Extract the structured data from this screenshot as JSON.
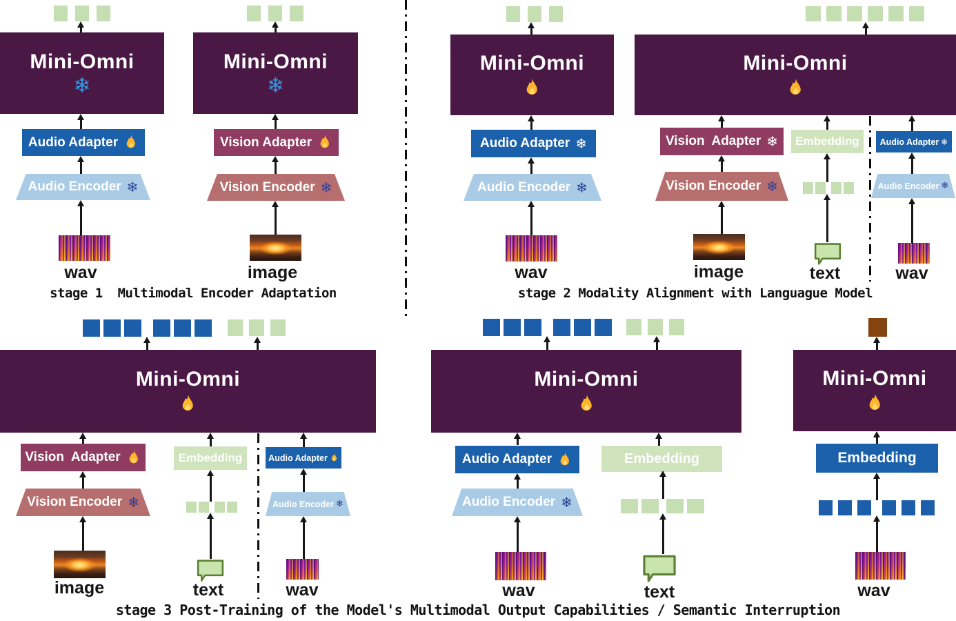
{
  "labels": {
    "model": "Mini-Omni",
    "audio_adapter": "Audio Adapter",
    "audio_encoder": "Audio Encoder",
    "vision_adapter": "Vision Adapter",
    "vision_adapter_wide": "Vision  Adapter",
    "vision_encoder": "Vision Encoder",
    "embedding": "Embedding",
    "wav": "wav",
    "image": "image",
    "text": "text"
  },
  "captions": {
    "stage1": "stage 1  Multimodal Encoder Adaptation",
    "stage2": "stage 2 Modality Alignment with Languague Model",
    "stage3": "stage 3 Post-Training of the Model's Multimodal Output Capabilities / Semantic Interruption"
  },
  "icons": {
    "frozen": "❄",
    "trainable": "flame"
  },
  "colors": {
    "model_bg": "#4a1845",
    "audio_adapter_bg": "#1b60aa",
    "audio_encoder_bg": "#a9cbe6",
    "vision_adapter_bg": "#8f3b62",
    "vision_encoder_bg": "#b76e6e",
    "embedding_green_bg": "#cfe3bd",
    "embedding_blue_bg": "#1b60aa",
    "token_green": "#c5deb2",
    "token_blue": "#1c5ea9",
    "token_brown": "#854310",
    "snowflake_navy": "#2c3f94",
    "snowflake_bright": "#2e9be6",
    "flame": "#ffb52b"
  },
  "structure": {
    "stage1": {
      "columns": [
        {
          "input": "wav",
          "encoder": "Audio Encoder (frozen)",
          "adapter": "Audio Adapter (trainable)",
          "model": "Mini-Omni (frozen)",
          "output_tokens": {
            "count": 3,
            "color": "green"
          }
        },
        {
          "input": "image",
          "encoder": "Vision Encoder (frozen)",
          "adapter": "Vision Adapter (trainable)",
          "model": "Mini-Omni (frozen)",
          "output_tokens": {
            "count": 3,
            "color": "green"
          }
        }
      ]
    },
    "stage2": {
      "columns": [
        {
          "input": "wav",
          "encoder": "Audio Encoder (frozen)",
          "adapter": "Audio Adapter (frozen)",
          "model": "Mini-Omni (trainable)",
          "output_tokens": {
            "count": 3,
            "color": "green"
          }
        },
        {
          "input": "image",
          "encoder": "Vision Encoder (frozen)",
          "adapter": "Vision Adapter (frozen)",
          "model": "Mini-Omni wide (trainable)",
          "output_tokens": {
            "count": 6,
            "color": "green"
          }
        },
        {
          "input": "text",
          "tokens": {
            "count": 4,
            "color": "green"
          },
          "embedding": "Embedding (green)"
        },
        {
          "input": "wav",
          "encoder": "Audio Encoder small (frozen)",
          "adapter": "Audio Adapter small (frozen)",
          "separated_by": "dash-dot divider"
        }
      ]
    },
    "stage3": {
      "blocks": [
        {
          "model": "Mini-Omni (trainable)",
          "output_tokens": [
            {
              "count": 6,
              "color": "blue"
            },
            {
              "count": 3,
              "color": "green"
            }
          ],
          "inputs": [
            {
              "input": "image",
              "encoder": "Vision Encoder (frozen)",
              "adapter": "Vision Adapter (trainable)"
            },
            {
              "input": "text",
              "tokens": {
                "count": 4,
                "color": "green"
              },
              "embedding": "Embedding (green)"
            },
            {
              "input": "wav",
              "encoder": "Audio Encoder small (frozen)",
              "adapter": "Audio Adapter small (trainable)",
              "separated_by": "dash-dot divider"
            }
          ]
        },
        {
          "model": "Mini-Omni (trainable)",
          "output_tokens": [
            {
              "count": 6,
              "color": "blue"
            },
            {
              "count": 3,
              "color": "green"
            }
          ],
          "inputs": [
            {
              "input": "wav",
              "encoder": "Audio Encoder (frozen)",
              "adapter": "Audio Adapter (trainable)"
            },
            {
              "input": "text",
              "tokens": {
                "count": 4,
                "color": "green"
              },
              "embedding": "Embedding (green)"
            }
          ]
        },
        {
          "model": "Mini-Omni (trainable)",
          "output_tokens": [
            {
              "count": 1,
              "color": "brown"
            }
          ],
          "inputs": [
            {
              "input": "wav",
              "tokens": {
                "count": 6,
                "color": "blue"
              },
              "embedding": "Embedding (blue)"
            }
          ]
        }
      ]
    }
  }
}
